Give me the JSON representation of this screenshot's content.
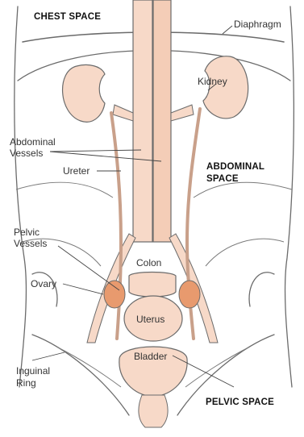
{
  "colors": {
    "tissue": "#f7d9c8",
    "tissue_dark": "#efbfa5",
    "ovary": "#e89a6e",
    "outline": "#6b6b6b",
    "label": "#333333"
  },
  "regions": {
    "chest": "CHEST SPACE",
    "abdominal_line1": "ABDOMINAL",
    "abdominal_line2": "SPACE",
    "pelvic": "PELVIC SPACE"
  },
  "labels": {
    "diaphragm": "Diaphragm",
    "kidney": "Kidney",
    "abdominal_vessels_line1": "Abdominal",
    "abdominal_vessels_line2": "Vessels",
    "ureter": "Ureter",
    "pelvic_vessels_line1": "Pelvic",
    "pelvic_vessels_line2": "Vessels",
    "colon": "Colon",
    "ovary": "Ovary",
    "uterus": "Uterus",
    "bladder": "Bladder",
    "inguinal_ring_line1": "Inguinal",
    "inguinal_ring_line2": "Ring"
  }
}
